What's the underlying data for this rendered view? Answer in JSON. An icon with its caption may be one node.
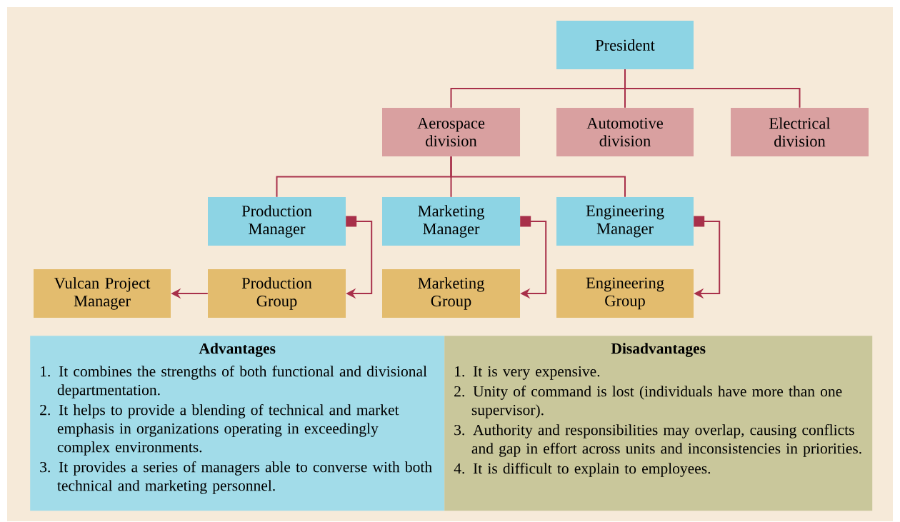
{
  "diagram": {
    "nodes": [
      {
        "text": [
          "President"
        ]
      },
      {
        "text": [
          "Aerospace division"
        ]
      },
      {
        "text": [
          "Automotive division"
        ]
      },
      {
        "text": [
          "Electrical division"
        ]
      },
      {
        "text": [
          "Production Manager"
        ]
      },
      {
        "text": [
          "Marketing Manager"
        ]
      },
      {
        "text": [
          "Engineering Manager"
        ]
      },
      {
        "text": [
          "Vulcan Project Manager"
        ]
      },
      {
        "text": [
          "Production Group"
        ]
      },
      {
        "text": [
          "Marketing Group"
        ]
      },
      {
        "text": [
          "Engineering Group"
        ]
      },
      {
        "text": [
          "Advantages",
          "1. It combines the strengths of both functional and divisional departmentation.",
          "2. It helps to provide a blending of technical and market emphasis in organizations operating in exceedingly complex environments.",
          "3. It provides a series of managers able to converse with both technical and marketing personnel."
        ]
      },
      {
        "text": [
          "Disadvantages",
          "1. It is very expensive.",
          "2. Unity of command is lost (individuals have more than one supervisor).",
          "3. Authority and responsibilities may overlap, causing conflicts and gap in effort across units and inconsistencies in priorities.",
          "4. It is difficult to explain to employees."
        ]
      }
    ],
    "edges": [
      {
        "from": 0,
        "to": 1,
        "arrow": "none"
      },
      {
        "from": 0,
        "to": 2,
        "arrow": "none"
      },
      {
        "from": 0,
        "to": 3,
        "arrow": "none"
      },
      {
        "from": 1,
        "to": 4,
        "arrow": "none"
      },
      {
        "from": 1,
        "to": 5,
        "arrow": "none"
      },
      {
        "from": 1,
        "to": 6,
        "arrow": "none"
      },
      {
        "from": 4,
        "to": 8,
        "arrow": "to"
      },
      {
        "from": 5,
        "to": 9,
        "arrow": "to"
      },
      {
        "from": 6,
        "to": 10,
        "arrow": "to"
      },
      {
        "from": 8,
        "to": 7,
        "arrow": "to"
      }
    ]
  }
}
